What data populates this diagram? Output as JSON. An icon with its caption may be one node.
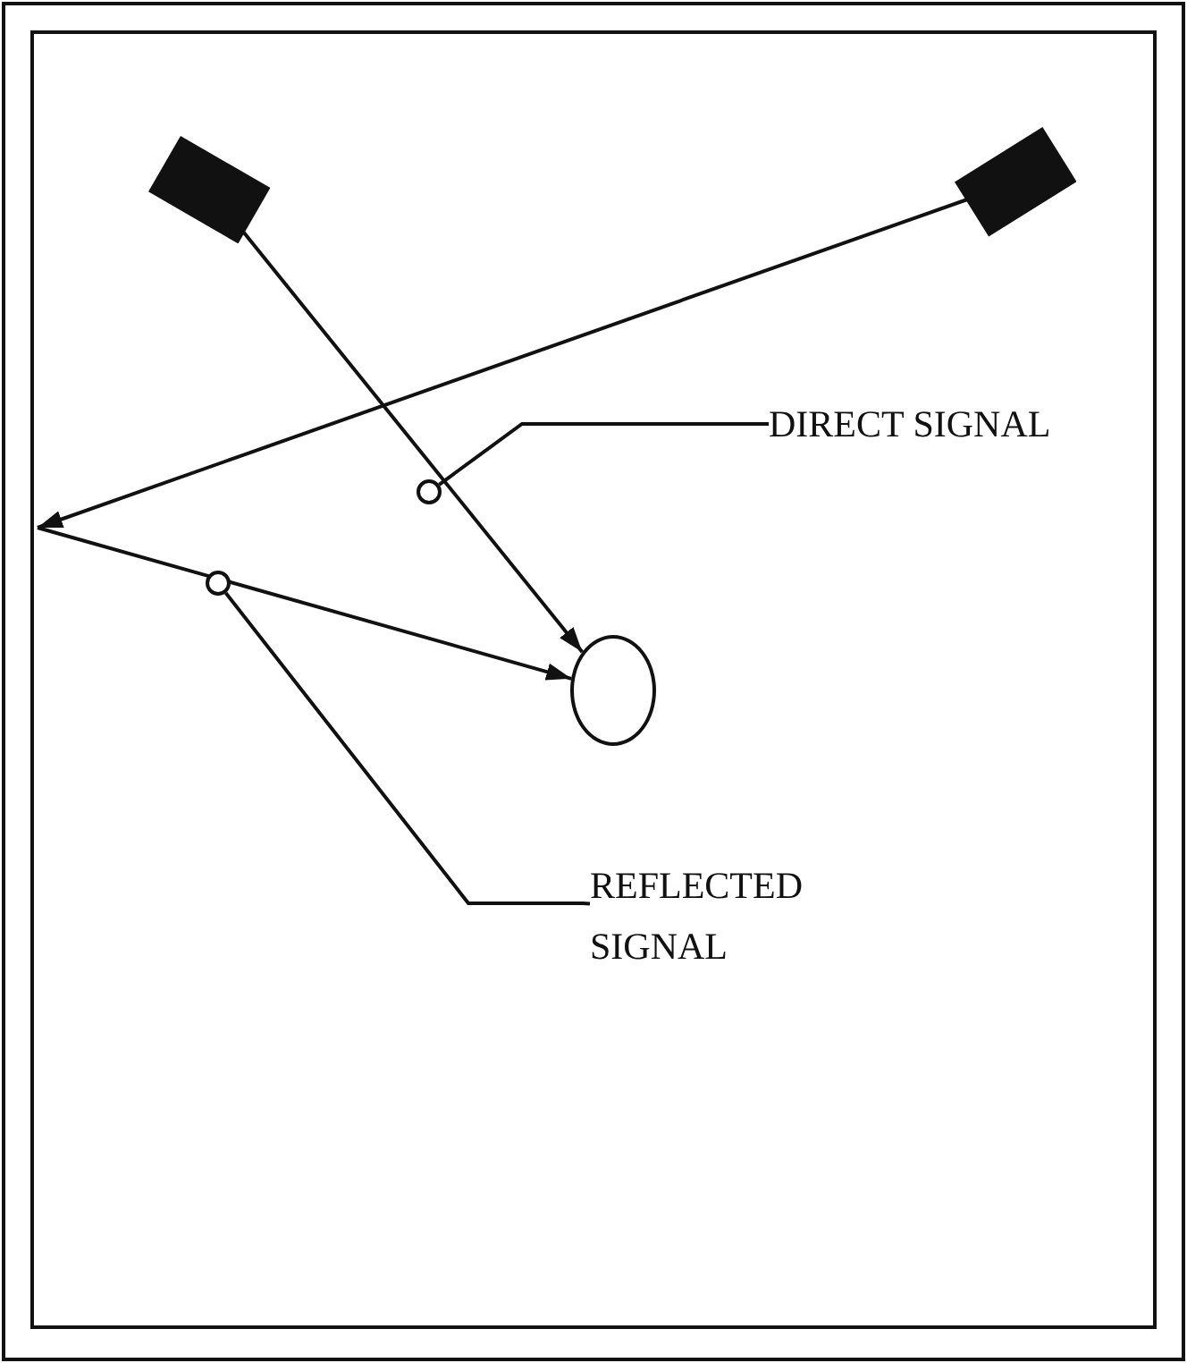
{
  "diagram": {
    "nodes": [
      {
        "text": [],
        "shape": "box"
      },
      {
        "text": [],
        "shape": "box"
      },
      {
        "text": [],
        "shape": "circle"
      },
      {
        "text": [],
        "shape": "circle"
      },
      {
        "text": [],
        "shape": "circle"
      },
      {
        "text": [
          "DIRECT SIGNAL"
        ]
      },
      {
        "text": [
          "REFLECTED SIGNAL"
        ]
      }
    ],
    "edges": [
      {
        "from": 0,
        "to": 2,
        "arrow": "to"
      },
      {
        "from": 1,
        "to": null,
        "arrow": "to"
      },
      {
        "from": null,
        "to": 2,
        "arrow": "to"
      },
      {
        "from": 5,
        "to": 3,
        "arrow": "none"
      },
      {
        "from": 6,
        "to": 4,
        "arrow": "none"
      }
    ]
  }
}
